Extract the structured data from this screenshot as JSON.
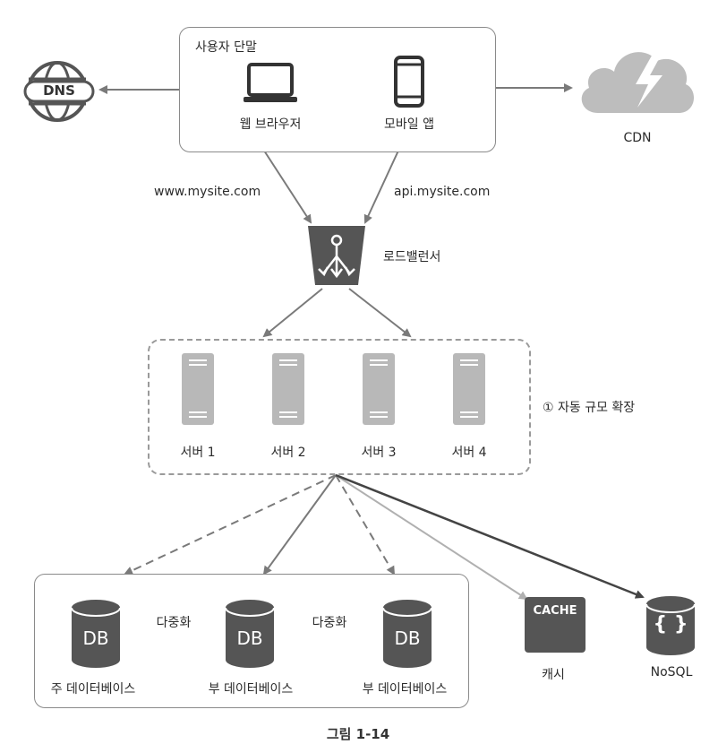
{
  "user_terminal": {
    "title": "사용자 단말",
    "web_browser": "웹 브라우저",
    "mobile_app": "모바일 앱"
  },
  "dns": {
    "label": "DNS"
  },
  "cdn": {
    "label": "CDN"
  },
  "urls": {
    "web": "www.mysite.com",
    "api": "api.mysite.com"
  },
  "load_balancer": {
    "label": "로드밸런서"
  },
  "autoscale": {
    "label": "① 자동 규모 확장"
  },
  "servers": [
    {
      "label": "서버 1"
    },
    {
      "label": "서버 2"
    },
    {
      "label": "서버 3"
    },
    {
      "label": "서버 4"
    }
  ],
  "databases": {
    "master": {
      "icon_text": "DB",
      "label": "주 데이터베이스"
    },
    "slave1": {
      "icon_text": "DB",
      "label": "부 데이터베이스"
    },
    "slave2": {
      "icon_text": "DB",
      "label": "부 데이터베이스"
    },
    "replication_1": "다중화",
    "replication_2": "다중화"
  },
  "cache": {
    "icon_text": "CACHE",
    "label": "캐시"
  },
  "nosql": {
    "icon_text": "{ }",
    "label": "NoSQL"
  },
  "caption": "그림 1-14",
  "colors": {
    "icon_dark": "#5a5a5a",
    "icon_light": "#b8b8b8",
    "arrow": "#7a7a7a",
    "cache_arrow": "#b0b0b0",
    "nosql_arrow": "#444444"
  }
}
